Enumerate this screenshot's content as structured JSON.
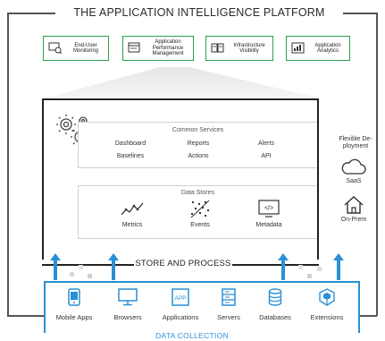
{
  "title": "THE APPLICATION INTELLIGENCE PLATFORM",
  "modules": [
    {
      "label": "End-User\nMonitoring",
      "icon": "user-monitor-icon"
    },
    {
      "label": "Application\nPerformance\nManagement",
      "icon": "apm-window-icon"
    },
    {
      "label": "Infrastructure\nVisibility",
      "icon": "infrastructure-icon"
    },
    {
      "label": "Application\nAnalytics",
      "icon": "analytics-icon"
    }
  ],
  "common_services": {
    "title": "Common Services",
    "items": [
      "Dashboard",
      "Reports",
      "Alerts",
      "Baselines",
      "Actions",
      "API"
    ]
  },
  "data_stores": {
    "title": "Data Stores",
    "items": [
      {
        "label": "Metrics",
        "icon": "metrics-chart-icon"
      },
      {
        "label": "Events",
        "icon": "events-scatter-icon"
      },
      {
        "label": "Metadata",
        "icon": "metadata-code-icon"
      }
    ]
  },
  "deployment": {
    "title": "Flexible De-\nployment",
    "saas": "SaaS",
    "onprem": "On-Prem"
  },
  "store_and_process": "STORE AND PROCESS",
  "data_collection": {
    "title": "DATA COLLECTION",
    "items": [
      {
        "label": "Mobile Apps",
        "icon": "mobile-phone-icon"
      },
      {
        "label": "Browsers",
        "icon": "monitor-icon"
      },
      {
        "label": "Applications",
        "icon": "app-icon",
        "badge": "APP"
      },
      {
        "label": "Servers",
        "icon": "server-icon"
      },
      {
        "label": "Databases",
        "icon": "database-icon"
      },
      {
        "label": "Extensions",
        "icon": "extensions-cube-icon"
      }
    ]
  },
  "colors": {
    "green": "#2aa04a",
    "blue": "#2a8fd6",
    "dark": "#222222"
  }
}
